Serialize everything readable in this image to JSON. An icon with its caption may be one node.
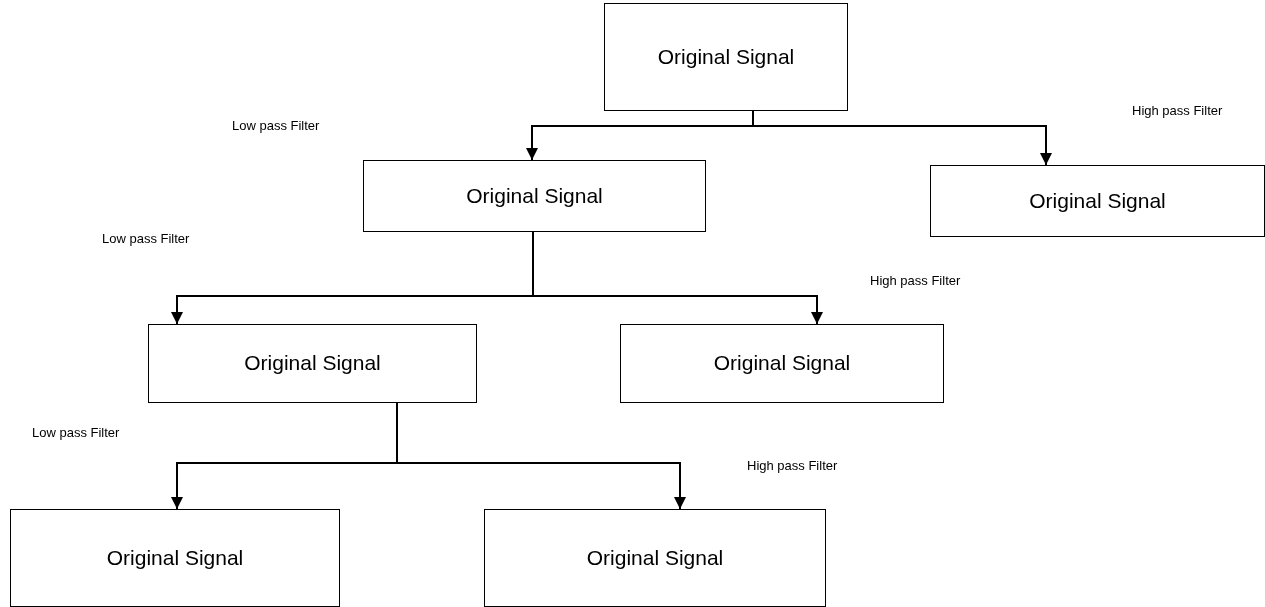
{
  "diagram": {
    "nodes": [
      {
        "text": [
          "Original Signal"
        ]
      },
      {
        "text": [
          "Original Signal"
        ]
      },
      {
        "text": [
          "Original Signal"
        ]
      },
      {
        "text": [
          "Original Signal"
        ]
      },
      {
        "text": [
          "Original Signal"
        ]
      },
      {
        "text": [
          "Original Signal"
        ]
      },
      {
        "text": [
          "Original Signal"
        ]
      }
    ],
    "edges": [
      {
        "from": 0,
        "to": 1,
        "arrow": "to"
      },
      {
        "from": 0,
        "to": 2,
        "arrow": "to"
      },
      {
        "from": 1,
        "to": 3,
        "arrow": "to"
      },
      {
        "from": 1,
        "to": 4,
        "arrow": "to"
      },
      {
        "from": 3,
        "to": 5,
        "arrow": "to"
      },
      {
        "from": 3,
        "to": 6,
        "arrow": "to"
      }
    ],
    "labels": [
      "Low pass Filter",
      "High pass Filter",
      "Low pass Filter",
      "High pass Filter",
      "Low pass Filter",
      "High pass Filter"
    ]
  }
}
